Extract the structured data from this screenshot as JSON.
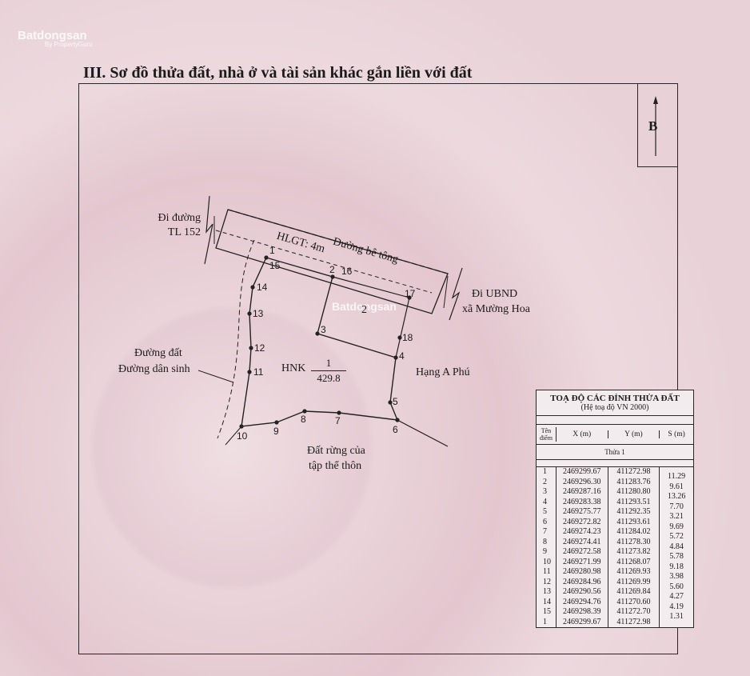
{
  "watermark": {
    "brand": "Batdongsan",
    "tagline": "By PropertyGuru",
    "center_brand": "Batdongsan"
  },
  "heading": "III. Sơ đồ thửa đất, nhà ở và tài sản khác gắn liền với đất",
  "north_label": "B",
  "labels": {
    "road_tl152_line1": "Đi đường",
    "road_tl152_line2": "TL 152",
    "hlgt": "HLGT: 4m",
    "concrete_road": "Đường bê tông",
    "to_ubnd_line1": "Đi UBND",
    "to_ubnd_line2": "xã Mường Hoa",
    "dirt_road_line1": "Đường đất",
    "dirt_road_line2": "Đường dân sinh",
    "neighbor": "Hạng A Phú",
    "forest_line1": "Đất rừng của",
    "forest_line2": "tập thể thôn",
    "parcel_type": "HNK",
    "parcel_number": "1",
    "parcel_area": "429.8",
    "inner_number": "2"
  },
  "points": [
    "1",
    "2",
    "16",
    "3",
    "4",
    "5",
    "6",
    "7",
    "8",
    "9",
    "10",
    "11",
    "12",
    "13",
    "14",
    "15",
    "17",
    "18"
  ],
  "coordinates_table": {
    "title": "TOẠ ĐỘ CÁC ĐỈNH THỬA ĐẤT",
    "subtitle": "(Hệ toạ độ VN 2000)",
    "headers": [
      "Tên điểm",
      "X (m)",
      "Y (m)",
      "S (m)"
    ],
    "parcel_label": "Thửa 1",
    "rows": [
      {
        "id": "1",
        "x": "2469299.67",
        "y": "411272.98"
      },
      {
        "id": "2",
        "x": "2469296.30",
        "y": "411283.76"
      },
      {
        "id": "3",
        "x": "2469287.16",
        "y": "411280.80"
      },
      {
        "id": "4",
        "x": "2469283.38",
        "y": "411293.51"
      },
      {
        "id": "5",
        "x": "2469275.77",
        "y": "411292.35"
      },
      {
        "id": "6",
        "x": "2469272.82",
        "y": "411293.61"
      },
      {
        "id": "7",
        "x": "2469274.23",
        "y": "411284.02"
      },
      {
        "id": "8",
        "x": "2469274.41",
        "y": "411278.30"
      },
      {
        "id": "9",
        "x": "2469272.58",
        "y": "411273.82"
      },
      {
        "id": "10",
        "x": "2469271.99",
        "y": "411268.07"
      },
      {
        "id": "11",
        "x": "2469280.98",
        "y": "411269.93"
      },
      {
        "id": "12",
        "x": "2469284.96",
        "y": "411269.99"
      },
      {
        "id": "13",
        "x": "2469290.56",
        "y": "411269.84"
      },
      {
        "id": "14",
        "x": "2469294.76",
        "y": "411270.60"
      },
      {
        "id": "15",
        "x": "2469298.39",
        "y": "411272.70"
      },
      {
        "id": "1",
        "x": "2469299.67",
        "y": "411272.98"
      }
    ],
    "distances": [
      "11.29",
      "9.61",
      "13.26",
      "7.70",
      "3.21",
      "9.69",
      "5.72",
      "4.84",
      "5.78",
      "9.18",
      "3.98",
      "5.60",
      "4.27",
      "4.19",
      "1.31"
    ]
  }
}
